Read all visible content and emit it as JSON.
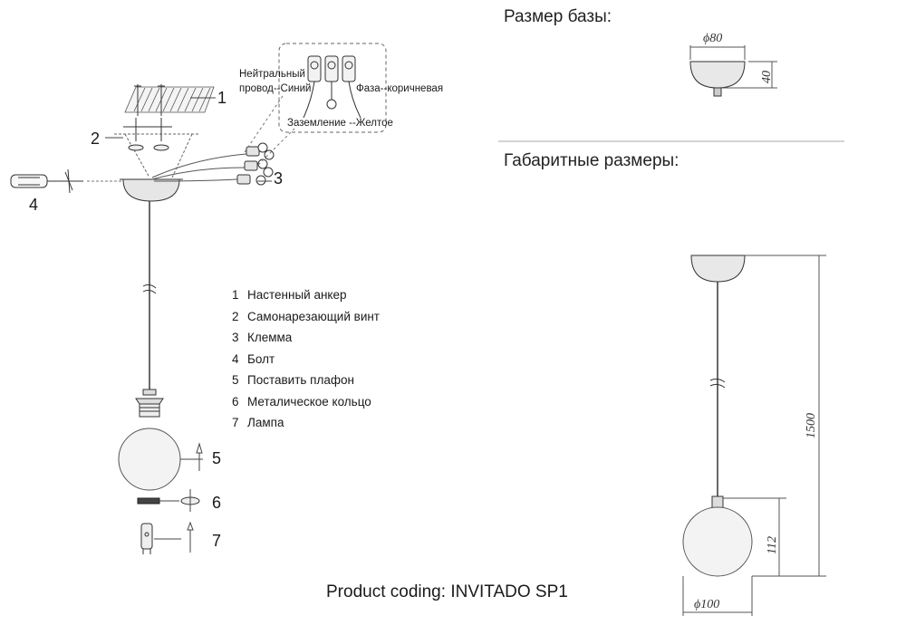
{
  "headings": {
    "base_size": "Размер базы:",
    "overall_size": "Габаритные размеры:"
  },
  "wires": {
    "neutral_line1": "Нейтральный",
    "neutral_line2": "провод--Синий",
    "phase": "Фаза--коричневая",
    "ground": "Заземление --Желтое"
  },
  "callouts": [
    "1",
    "2",
    "3",
    "4",
    "5",
    "6",
    "7"
  ],
  "legend": [
    {
      "num": "1",
      "text": "Настенный анкер"
    },
    {
      "num": "2",
      "text": "Самонарезающий винт"
    },
    {
      "num": "3",
      "text": "Клемма"
    },
    {
      "num": "4",
      "text": "Болт"
    },
    {
      "num": "5",
      "text": "Поставить плафон"
    },
    {
      "num": "6",
      "text": "Металическое кольцо"
    },
    {
      "num": "7",
      "text": "Лампа"
    }
  ],
  "dimensions": {
    "base_diameter": "ϕ80",
    "base_height": "40",
    "overall_height": "1500",
    "shade_height": "112",
    "shade_diameter": "ϕ100"
  },
  "product": {
    "label": "Product coding:",
    "code": "INVITADO SP1"
  }
}
